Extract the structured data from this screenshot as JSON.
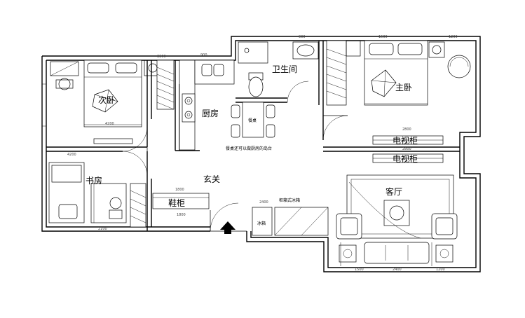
{
  "rooms": {
    "bedroom2": "次卧",
    "kitchen": "厨房",
    "bathroom": "卫生间",
    "master": "主卧",
    "tv_cabinet_1": "电视柜",
    "tv_cabinet_2": "电视柜",
    "study": "书房",
    "foyer": "玄关",
    "shoe_cabinet": "鞋柜",
    "living": "客厅"
  },
  "notes": {
    "dining_table": "餐桌",
    "dining_note": "餐桌还可以做厨房的岛台",
    "cabinet_note": "柜箱式冰箱",
    "fridge": "冰箱"
  },
  "dims": [
    "4200",
    "4200",
    "3300",
    "2800",
    "2800",
    "1800",
    "1800",
    "1500",
    "1200",
    "2400",
    "2400",
    "900",
    "900",
    "1500",
    "2100",
    "1200"
  ]
}
